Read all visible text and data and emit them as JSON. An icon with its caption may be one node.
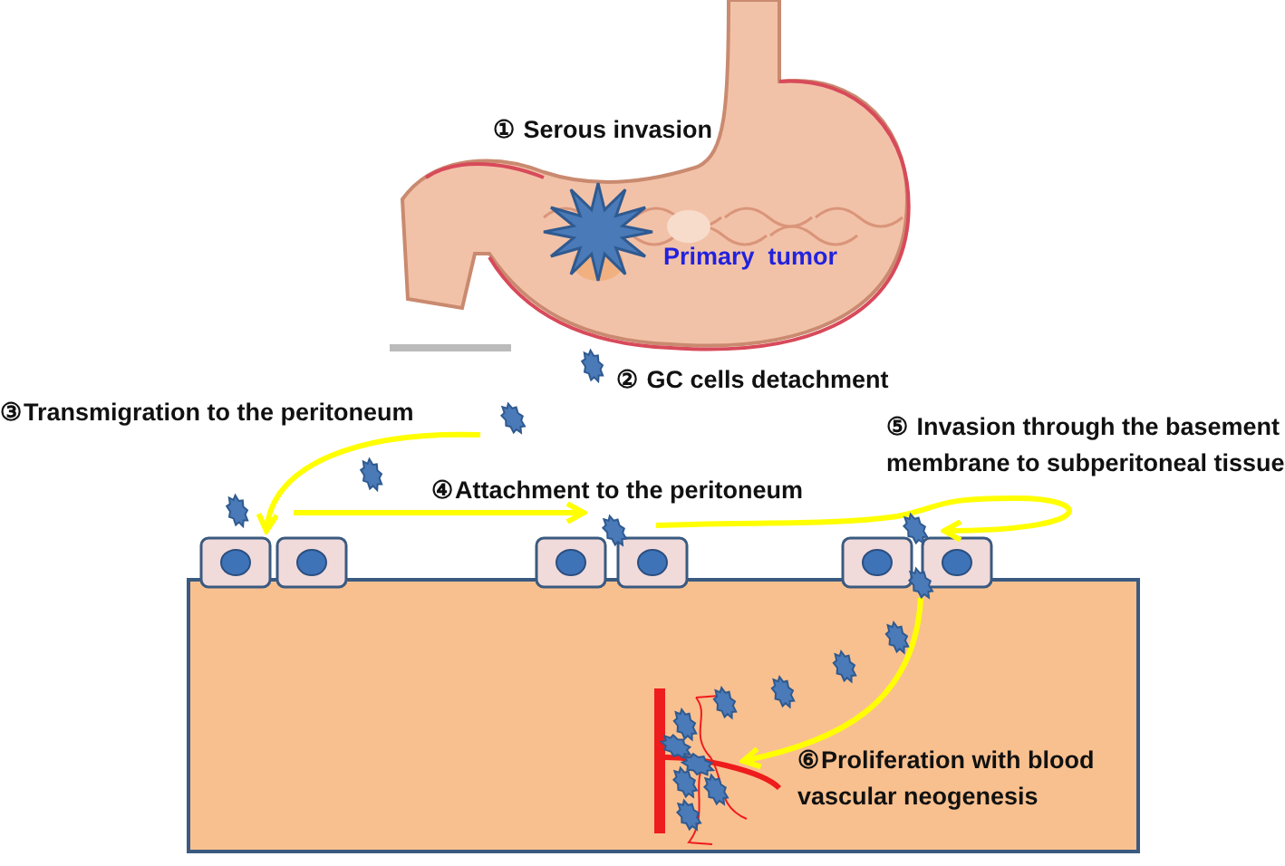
{
  "diagram": {
    "labels": [
      "① Serous invasion",
      "Primary  tumor",
      "② GC cells detachment",
      "③Transmigration to the peritoneum",
      "⑤ Invasion through the basement membrane to subperitoneal tissue",
      "④Attachment to the peritoneum",
      "⑥Proliferation with blood vascular neogenesis"
    ]
  }
}
